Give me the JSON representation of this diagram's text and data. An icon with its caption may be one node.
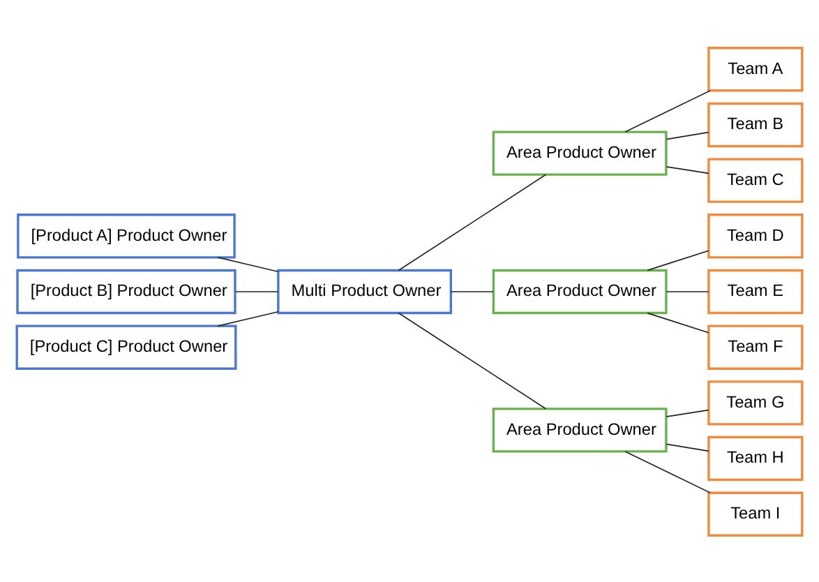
{
  "diagram": {
    "nodes": [
      {
        "text": [
          "[Product A] Product Owner"
        ]
      },
      {
        "text": [
          "[Product B] Product Owner"
        ]
      },
      {
        "text": [
          "[Product C] Product Owner"
        ]
      },
      {
        "text": [
          "Multi Product Owner"
        ]
      },
      {
        "text": [
          "Area Product Owner"
        ]
      },
      {
        "text": [
          "Team A"
        ]
      },
      {
        "text": [
          "Team B"
        ]
      },
      {
        "text": [
          "Team C"
        ]
      },
      {
        "text": [
          "Area Product Owner"
        ]
      },
      {
        "text": [
          "Team D"
        ]
      },
      {
        "text": [
          "Team E"
        ]
      },
      {
        "text": [
          "Team F"
        ]
      },
      {
        "text": [
          "Area Product Owner"
        ]
      },
      {
        "text": [
          "Team G"
        ]
      },
      {
        "text": [
          "Team H"
        ]
      },
      {
        "text": [
          "Team I"
        ]
      }
    ],
    "edges": [
      {
        "from": 0,
        "to": 3,
        "arrow": "none"
      },
      {
        "from": 1,
        "to": 3,
        "arrow": "none"
      },
      {
        "from": 2,
        "to": 3,
        "arrow": "none"
      },
      {
        "from": 3,
        "to": 4,
        "arrow": "none"
      },
      {
        "from": 3,
        "to": 8,
        "arrow": "none"
      },
      {
        "from": 3,
        "to": 12,
        "arrow": "none"
      },
      {
        "from": 4,
        "to": 5,
        "arrow": "none"
      },
      {
        "from": 4,
        "to": 6,
        "arrow": "none"
      },
      {
        "from": 4,
        "to": 7,
        "arrow": "none"
      },
      {
        "from": 8,
        "to": 9,
        "arrow": "none"
      },
      {
        "from": 8,
        "to": 10,
        "arrow": "none"
      },
      {
        "from": 8,
        "to": 11,
        "arrow": "none"
      },
      {
        "from": 12,
        "to": 13,
        "arrow": "none"
      },
      {
        "from": 12,
        "to": 14,
        "arrow": "none"
      },
      {
        "from": 12,
        "to": 15,
        "arrow": "none"
      }
    ]
  }
}
